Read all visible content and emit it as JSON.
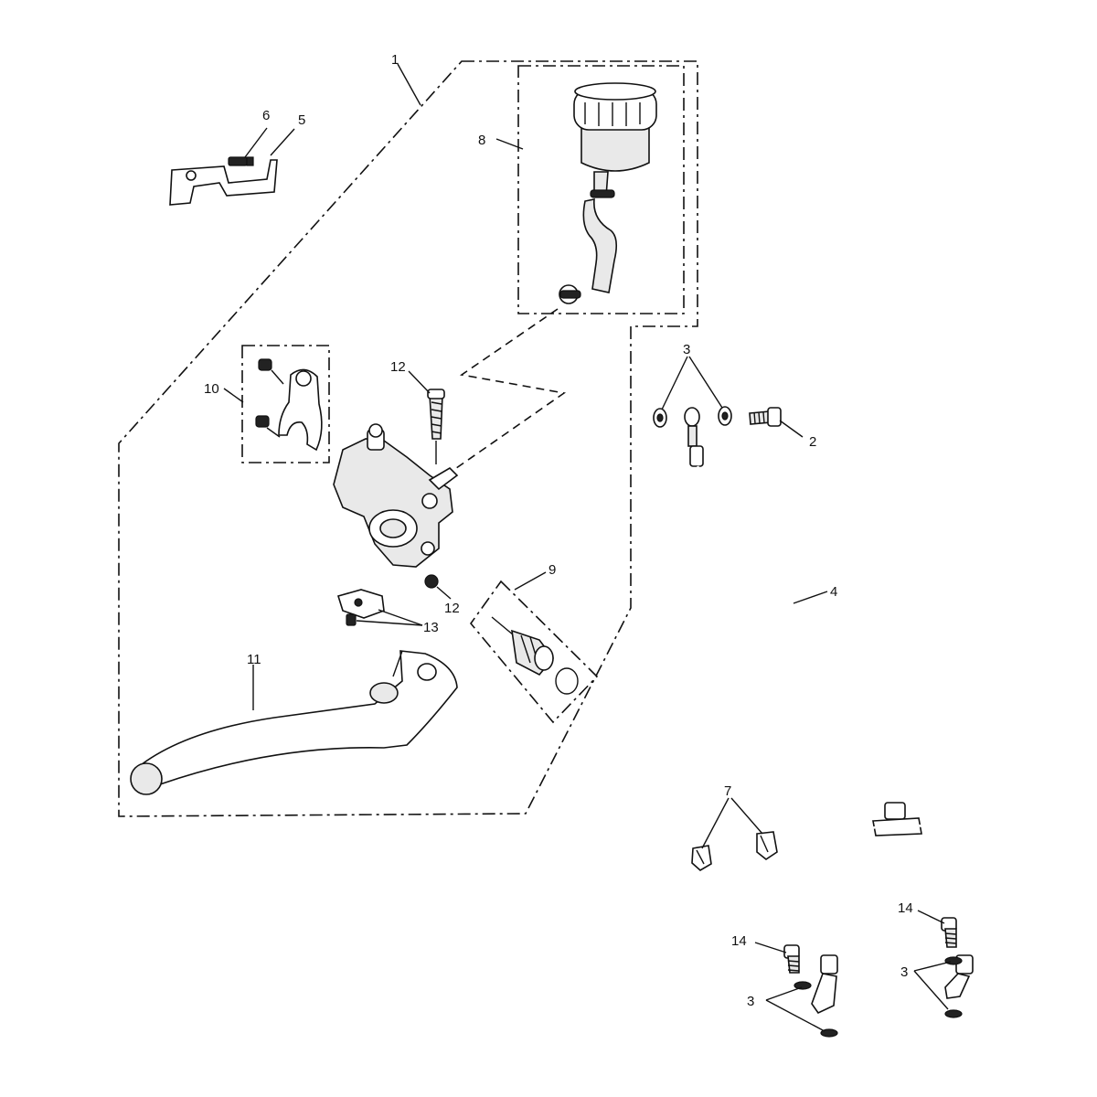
{
  "labels": {
    "l1": "1",
    "l2": "2",
    "l3a": "3",
    "l3b": "3",
    "l3c": "3",
    "l4": "4",
    "l5": "5",
    "l6": "6",
    "l7": "7",
    "l8": "8",
    "l9": "9",
    "l10": "10",
    "l11": "11",
    "l12a": "12",
    "l12b": "12",
    "l13": "13",
    "l14a": "14",
    "l14b": "14"
  }
}
